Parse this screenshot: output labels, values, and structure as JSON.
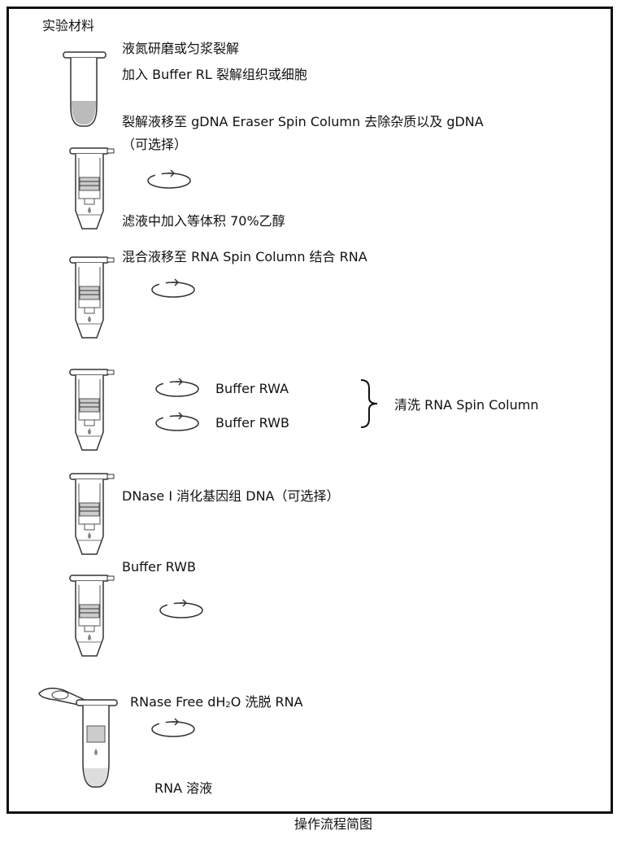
{
  "title": "实验材料",
  "steps": {
    "s1": "液氮研磨或匀浆裂解",
    "s2": "加入 Buffer RL 裂解组织或细胞",
    "s3": "裂解液移至 gDNA Eraser Spin Column 去除杂质以及 gDNA",
    "s3b": "（可选择）",
    "s4": "滤液中加入等体积 70%乙醇",
    "s5": "混合液移至 RNA Spin Column 结合 RNA",
    "rwa": "Buffer RWA",
    "rwb": "Buffer RWB",
    "wash": "清洗 RNA Spin Column",
    "s6": "DNase I 消化基因组 DNA（可选择）",
    "s7": "Buffer RWB",
    "s8a": "RNase Free dH",
    "s8sub": "2",
    "s8b": "O 洗脱 RNA",
    "s9": "RNA 溶液"
  },
  "caption": "操作流程简图"
}
